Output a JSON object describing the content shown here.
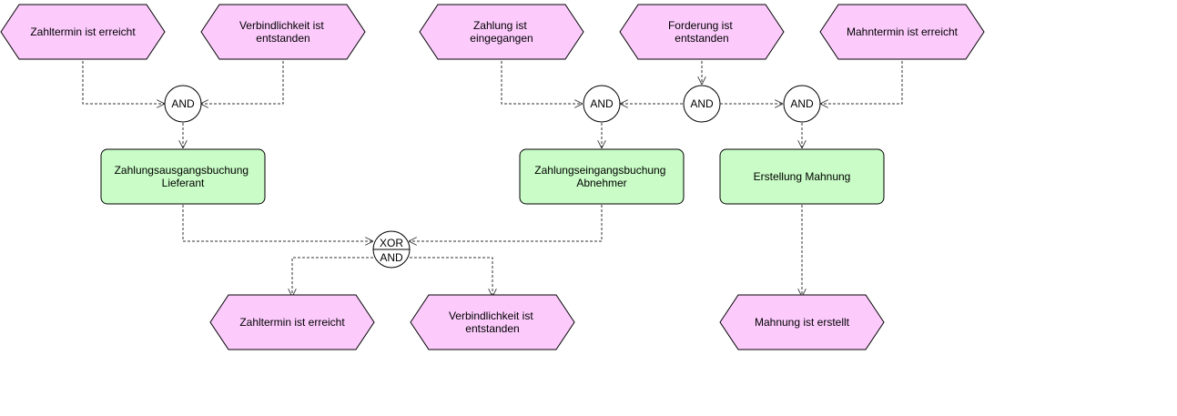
{
  "colors": {
    "event_fill": "#fccbfc",
    "function_fill": "#c9fcc6",
    "stroke": "#000000",
    "connector": "#333333"
  },
  "events": {
    "e1": [
      "Zahltermin ist erreicht"
    ],
    "e2": [
      "Verbindlichkeit ist",
      "entstanden"
    ],
    "e3": [
      "Zahlung ist",
      "eingegangen"
    ],
    "e4": [
      "Forderung ist",
      "entstanden"
    ],
    "e5": [
      "Mahntermin ist erreicht"
    ],
    "e6": [
      "Zahltermin ist erreicht"
    ],
    "e7": [
      "Verbindlichkeit ist",
      "entstanden"
    ],
    "e8": [
      "Mahnung ist erstellt"
    ]
  },
  "functions": {
    "f1": [
      "Zahlungsausgangsbuchung",
      "Lieferant"
    ],
    "f2": [
      "Zahlungseingangsbuchung",
      "Abnehmer"
    ],
    "f3": [
      "Erstellung Mahnung"
    ]
  },
  "gates": {
    "g1": "AND",
    "g2": "AND",
    "g3": "AND",
    "g4": "AND",
    "g5_top": "XOR",
    "g5_bottom": "AND"
  }
}
